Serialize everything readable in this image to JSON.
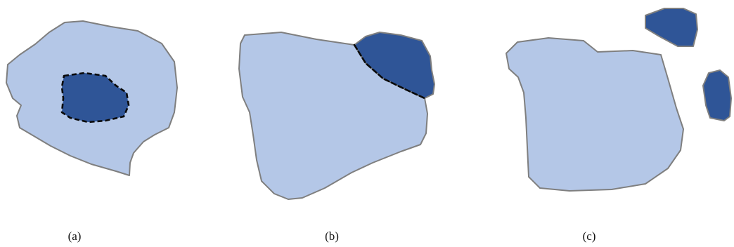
{
  "colors": {
    "light_region": "#b4c7e7",
    "dark_region": "#2f5597",
    "outline": "#7f7f7f",
    "dashed_boundary": "#0a0a0a",
    "background": "#ffffff"
  },
  "panels": [
    {
      "caption": "(a)"
    },
    {
      "caption": "(b)"
    },
    {
      "caption": "(c)"
    }
  ]
}
